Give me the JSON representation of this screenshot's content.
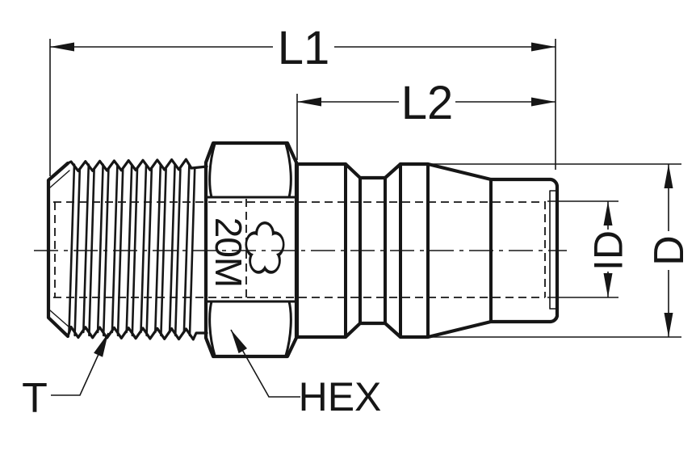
{
  "drawing": {
    "labels": {
      "l1": "L1",
      "l2": "L2",
      "id": "ID",
      "d": "D",
      "t": "T",
      "hex": "HEX"
    },
    "hex_marking": "20M",
    "icons": {
      "hex_face_logo": "flower-logo"
    },
    "colors": {
      "ink": "#161616",
      "background": "#ffffff"
    }
  }
}
